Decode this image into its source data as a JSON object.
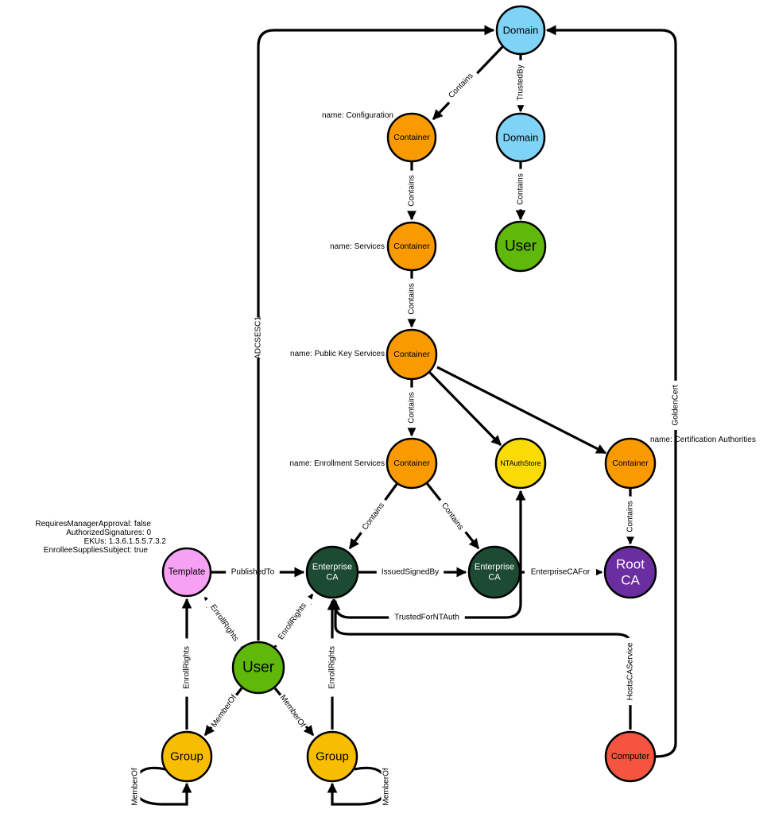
{
  "colors": {
    "domain": "#7fd3f7",
    "container": "#f89a00",
    "user": "#5fb80a",
    "ntauthstore": "#fadb05",
    "enterprise_ca": "#1c4a33",
    "root_ca": "#6a2ea0",
    "template": "#f7a1f5",
    "group": "#f7bd00",
    "computer": "#f5543f"
  },
  "nodes": [
    {
      "id": "domain_top",
      "kind": "domain",
      "label": "Domain"
    },
    {
      "id": "domain_trusted",
      "kind": "domain",
      "label": "Domain"
    },
    {
      "id": "user_top",
      "kind": "user",
      "label": "User"
    },
    {
      "id": "container_config",
      "kind": "container",
      "label": "Container",
      "property": "name: Configuration"
    },
    {
      "id": "container_services",
      "kind": "container",
      "label": "Container",
      "property": "name: Services"
    },
    {
      "id": "container_pks",
      "kind": "container",
      "label": "Container",
      "property": "name: Public Key Services"
    },
    {
      "id": "container_enrollment",
      "kind": "container",
      "label": "Container",
      "property": "name: Enrollment Services"
    },
    {
      "id": "ntauthstore",
      "kind": "ntauthstore",
      "label": "NTAuthStore"
    },
    {
      "id": "container_ca",
      "kind": "container",
      "label": "Container",
      "property": "name: Certification Authorities"
    },
    {
      "id": "template",
      "kind": "template",
      "label": "Template"
    },
    {
      "id": "enterprise_ca_1",
      "kind": "enterprise_ca",
      "label": "Enterprise CA"
    },
    {
      "id": "enterprise_ca_2",
      "kind": "enterprise_ca",
      "label": "Enterprise CA"
    },
    {
      "id": "root_ca",
      "kind": "root_ca",
      "label": "Root CA"
    },
    {
      "id": "user_main",
      "kind": "user",
      "label": "User"
    },
    {
      "id": "group_left",
      "kind": "group",
      "label": "Group"
    },
    {
      "id": "group_right",
      "kind": "group",
      "label": "Group"
    },
    {
      "id": "computer",
      "kind": "computer",
      "label": "Computer"
    }
  ],
  "template_properties": [
    "RequiresManagerApproval: false",
    "AuthorizedSignatures: 0",
    "EKUs: 1.3.6.1.5.5.7.3.2",
    "EnrolleeSuppliesSubject: true"
  ],
  "edges": [
    {
      "id": "e1",
      "from": "domain_top",
      "to": "container_config",
      "label": "Contains"
    },
    {
      "id": "e2",
      "from": "domain_top",
      "to": "domain_trusted",
      "label": "TrustedBy"
    },
    {
      "id": "e3",
      "from": "domain_trusted",
      "to": "user_top",
      "label": "Contains"
    },
    {
      "id": "e4",
      "from": "container_config",
      "to": "container_services",
      "label": "Contains"
    },
    {
      "id": "e5",
      "from": "container_services",
      "to": "container_pks",
      "label": "Contains"
    },
    {
      "id": "e6",
      "from": "container_pks",
      "to": "container_enrollment",
      "label": "Contains"
    },
    {
      "id": "e7",
      "from": "container_pks",
      "to": "ntauthstore",
      "label": ""
    },
    {
      "id": "e8",
      "from": "container_pks",
      "to": "container_ca",
      "label": ""
    },
    {
      "id": "e9",
      "from": "container_enrollment",
      "to": "enterprise_ca_1",
      "label": "Contains"
    },
    {
      "id": "e10",
      "from": "container_enrollment",
      "to": "enterprise_ca_2",
      "label": "Contains"
    },
    {
      "id": "e11",
      "from": "container_ca",
      "to": "root_ca",
      "label": "Contains"
    },
    {
      "id": "e12",
      "from": "template",
      "to": "enterprise_ca_1",
      "label": "PublishedTo"
    },
    {
      "id": "e13",
      "from": "enterprise_ca_1",
      "to": "enterprise_ca_2",
      "label": "IssuedSignedBy"
    },
    {
      "id": "e14",
      "from": "enterprise_ca_2",
      "to": "root_ca",
      "label": "EnterpriseCAFor"
    },
    {
      "id": "e15",
      "from": "enterprise_ca_1",
      "to": "ntauthstore",
      "label": "TrustedForNTAuth"
    },
    {
      "id": "e16",
      "from": "computer",
      "to": "enterprise_ca_1",
      "label": "HostsCAService"
    },
    {
      "id": "e17",
      "from": "computer",
      "to": "domain_top",
      "label": "GoldenCert"
    },
    {
      "id": "e18",
      "from": "user_main",
      "to": "domain_top",
      "label": "ADCSESC1"
    },
    {
      "id": "e19",
      "from": "user_main",
      "to": "template",
      "label": "EnrollRights"
    },
    {
      "id": "e20",
      "from": "user_main",
      "to": "enterprise_ca_1",
      "label": "EnrollRights"
    },
    {
      "id": "e21",
      "from": "user_main",
      "to": "group_left",
      "label": "MemberOf"
    },
    {
      "id": "e22",
      "from": "user_main",
      "to": "group_right",
      "label": "MemberOf"
    },
    {
      "id": "e23",
      "from": "group_left",
      "to": "template",
      "label": "EnrollRights"
    },
    {
      "id": "e24",
      "from": "group_right",
      "to": "enterprise_ca_1",
      "label": "EnrollRights"
    },
    {
      "id": "e25",
      "from": "group_left",
      "to": "group_left",
      "label": "MemberOf"
    },
    {
      "id": "e26",
      "from": "group_right",
      "to": "group_right",
      "label": "MemberOf"
    }
  ]
}
